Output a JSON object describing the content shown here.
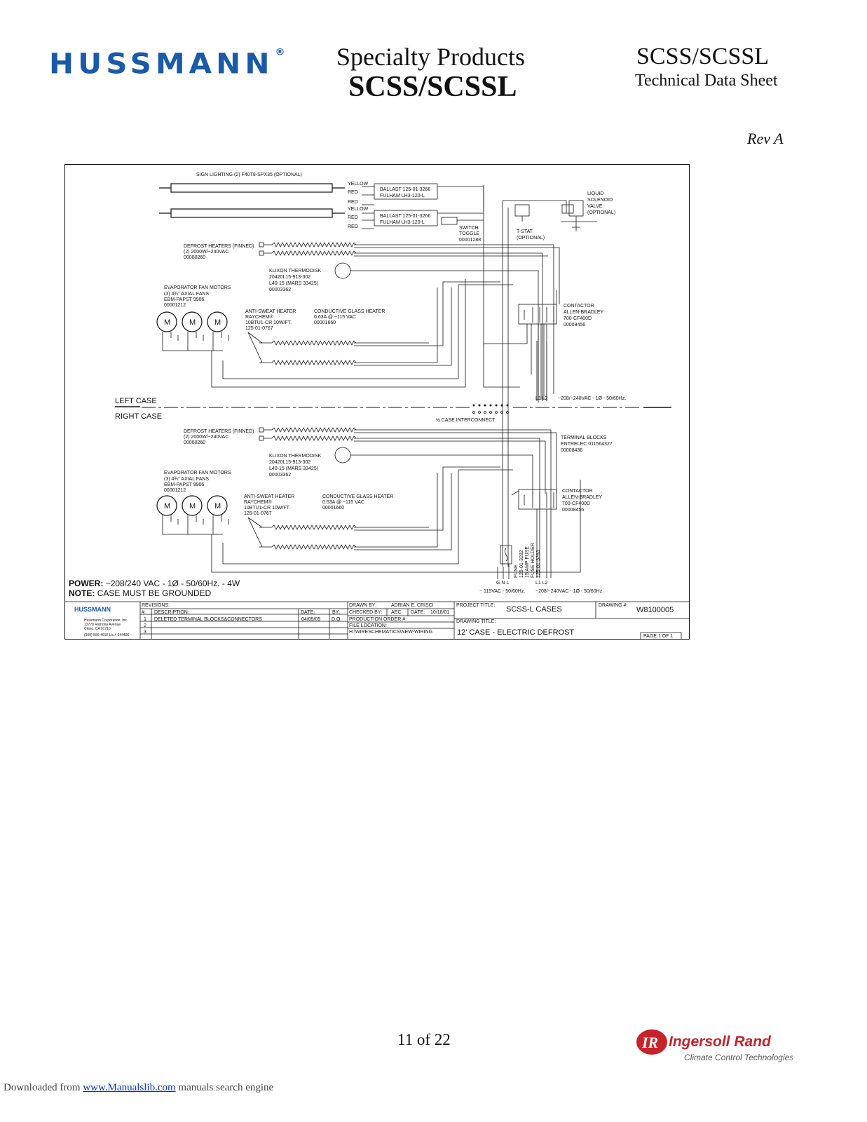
{
  "header": {
    "brand": "HUSSMANN",
    "registered": "®",
    "title_line1": "Specialty Products",
    "title_line2": "SCSS/SCSSL",
    "doc_line1": "SCSS/SCSSL",
    "doc_line2": "Technical Data Sheet",
    "revision": "Rev A"
  },
  "diagram": {
    "sign_lighting": "SIGN LIGHTING (2) F40T8-SPX35 (OPTIONAL)",
    "wire_yellow": "YELLOW",
    "wire_red": "RED",
    "ballast_1": "BALLAST 125-01-3266",
    "ballast_2": "FULHAM LH3-120-L",
    "switch": [
      "SWITCH",
      "TOGGLE",
      "00001288"
    ],
    "tstat": [
      "T-STAT",
      "(OPTIONAL)"
    ],
    "solenoid": [
      "LIQUID",
      "SOLENOID",
      "VALVE",
      "(OPTIONAL)"
    ],
    "defrost_heaters": [
      "DEFROST HEATERS (FINNED)",
      "(2) 2000W/~240VAC",
      "00000260"
    ],
    "klixon": [
      "KLIXON THERMODISK",
      "20420L15-913-302",
      "L40-15 (MARS 33425)",
      "00003362"
    ],
    "fan_motors": [
      "EVAPORATOR FAN MOTORS",
      "(3) 4¾\" AXIAL FANS",
      "EBM-PAPST 9906",
      "00001212"
    ],
    "anti_sweat_top": [
      "ANTI-SWEAT HEATER",
      "RAYCHEM®",
      "10BTU1-CR 10W/FT.",
      "125-01-0767"
    ],
    "anti_sweat_bottom": [
      "ANTI-SWEAT HEATER",
      "RAYCHEM®",
      "10BTU1-CR 10W/FT.",
      "125-01-0767"
    ],
    "glass_heater": [
      "CONDUCTIVE GLASS HEATER",
      "0.63A @ ~115 VAC",
      "00001660"
    ],
    "contactor": [
      "CONTACTOR",
      "ALLEN-BRADLEY",
      "700-CF400D",
      "00008456"
    ],
    "terminal_blocks": [
      "TERMINAL BLOCKS",
      "ENTRELEC 011564327",
      "00008436"
    ],
    "motor": "M",
    "left_case": "LEFT CASE",
    "right_case": "RIGHT CASE",
    "interconnect": "½ CASE INTERCONNECT",
    "l1l2": "L1  L2",
    "supply_top": "~208/~240VAC - 1Ø - 50/60Hz.",
    "supply_bottom": "~208/~240VAC - 1Ø - 50/60Hz.",
    "gnl": "G N L",
    "supply_115": "~ 115VAC - 50/60Hz.",
    "fuse": [
      "FUSE",
      "125-01-3282",
      "15 AMP FUSE",
      "FUSE HOLDER",
      "125-01-3283"
    ],
    "power": "~208/240 VAC - 1Ø - 50/60Hz. - 4W",
    "power_label": "POWER:",
    "note": "CASE MUST BE GROUNDED",
    "note_label": "NOTE:"
  },
  "title_block": {
    "brand": "HUSSMANN",
    "address": [
      "Hussmann Corporation, Inc.",
      "13770 Ramona Avenue",
      "Chino, CA 91710",
      "(909) 590-4910 Lic.# 644406"
    ],
    "revisions": "REVISIONS:",
    "num": "#:",
    "description": "DESCRIPTION:",
    "date": "DATE:",
    "by": "BY:",
    "rows": [
      {
        "n": "1",
        "desc": "DELETED TERMINAL BLOCKS&CONNECTORS",
        "date": "04/05/05",
        "by": "D.Q."
      },
      {
        "n": "2",
        "desc": "",
        "date": "",
        "by": ""
      },
      {
        "n": "3",
        "desc": "",
        "date": "",
        "by": ""
      }
    ],
    "drawn_by_label": "DRAWN BY:",
    "drawn_by": "ADRIAN E. CRISCI",
    "checked_by_label": "CHECKED BY:",
    "checked_by": "AEC",
    "date_label": "DATE:",
    "date_value": "10/18/01",
    "production_order": "PRODUCTION ORDER #:",
    "file_location_label": "FILE LOCATION:",
    "file_location": "H:\\WIRESCHEMATICS\\NEW-WIRING",
    "project_title_label": "PROJECT TITLE:",
    "project_title": "SCSS-L CASES",
    "drawing_no_label": "DRAWING #:",
    "drawing_no": "W8100005",
    "drawing_title_label": "DRAWING TITLE:",
    "drawing_title": "12' CASE - ELECTRIC DEFROST",
    "page": "PAGE 1  OF  1"
  },
  "footer": {
    "page": "11 of 22",
    "ir_brand": "Ingersoll Rand",
    "ir_tagline": "Climate Control Technologies",
    "downloaded": "Downloaded from ",
    "link": "www.Manualslib.com",
    "tail": " manuals search engine"
  }
}
